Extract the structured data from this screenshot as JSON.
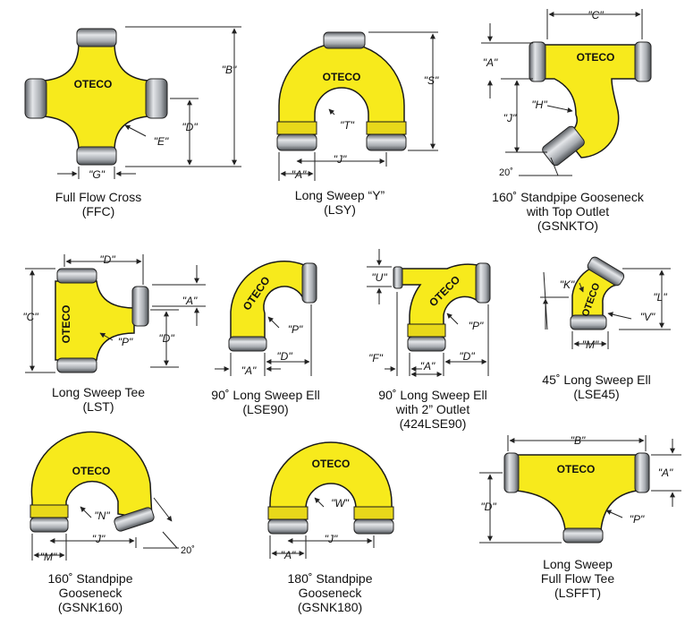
{
  "colors": {
    "body": "#f7ea1c",
    "body_stroke": "#1a1a1a",
    "flange": "#cfd2d6",
    "flange_dark": "#6f7378",
    "line": "#222222",
    "text": "#111111"
  },
  "brand": "OTECO",
  "fittings": [
    {
      "id": "ffc",
      "lines": [
        "Full Flow Cross",
        "(FFC)"
      ],
      "dims": [
        "\"B\"",
        "\"D\"",
        "\"E\"",
        "\"G\""
      ]
    },
    {
      "id": "lsy",
      "lines": [
        "Long Sweep “Y”",
        "(LSY)"
      ],
      "dims": [
        "\"S\"",
        "\"T\"",
        "\"A\"",
        "\"J\""
      ]
    },
    {
      "id": "gsnkto",
      "lines": [
        "160˚ Standpipe Gooseneck",
        "with Top Outlet",
        "(GSNKTO)"
      ],
      "dims": [
        "\"C\"",
        "\"A\"",
        "\"H\"",
        "\"J\"",
        "20˚"
      ]
    },
    {
      "id": "lst",
      "lines": [
        "Long Sweep Tee",
        "(LST)"
      ],
      "dims": [
        "\"D\"",
        "\"A\"",
        "\"C\"",
        "\"P\"",
        "\"D\""
      ]
    },
    {
      "id": "lse90",
      "lines": [
        "90˚ Long Sweep Ell",
        "(LSE90)"
      ],
      "dims": [
        "\"P\"",
        "\"A\"",
        "\"D\""
      ]
    },
    {
      "id": "424lse90",
      "lines": [
        "90˚ Long Sweep Ell",
        "with 2” Outlet",
        "(424LSE90)"
      ],
      "dims": [
        "\"U\"",
        "\"P\"",
        "\"F\"",
        "\"A\"",
        "\"D\""
      ]
    },
    {
      "id": "lse45",
      "lines": [
        "45˚ Long Sweep Ell",
        "(LSE45)"
      ],
      "dims": [
        "\"K\"",
        "\"L\"",
        "\"V\"",
        "\"M\""
      ]
    },
    {
      "id": "gsnk160",
      "lines": [
        "160˚ Standpipe",
        "Gooseneck",
        "(GSNK160)"
      ],
      "dims": [
        "\"N\"",
        "\"M\"",
        "\"J\"",
        "20˚"
      ]
    },
    {
      "id": "gsnk180",
      "lines": [
        "180˚ Standpipe",
        "Gooseneck",
        "(GSNK180)"
      ],
      "dims": [
        "\"W\"",
        "\"A\"",
        "\"J\""
      ]
    },
    {
      "id": "lsfft",
      "lines": [
        "Long Sweep",
        "Full Flow Tee",
        "(LSFFT)"
      ],
      "dims": [
        "\"B\"",
        "\"A\"",
        "\"D\"",
        "\"P\""
      ]
    }
  ]
}
